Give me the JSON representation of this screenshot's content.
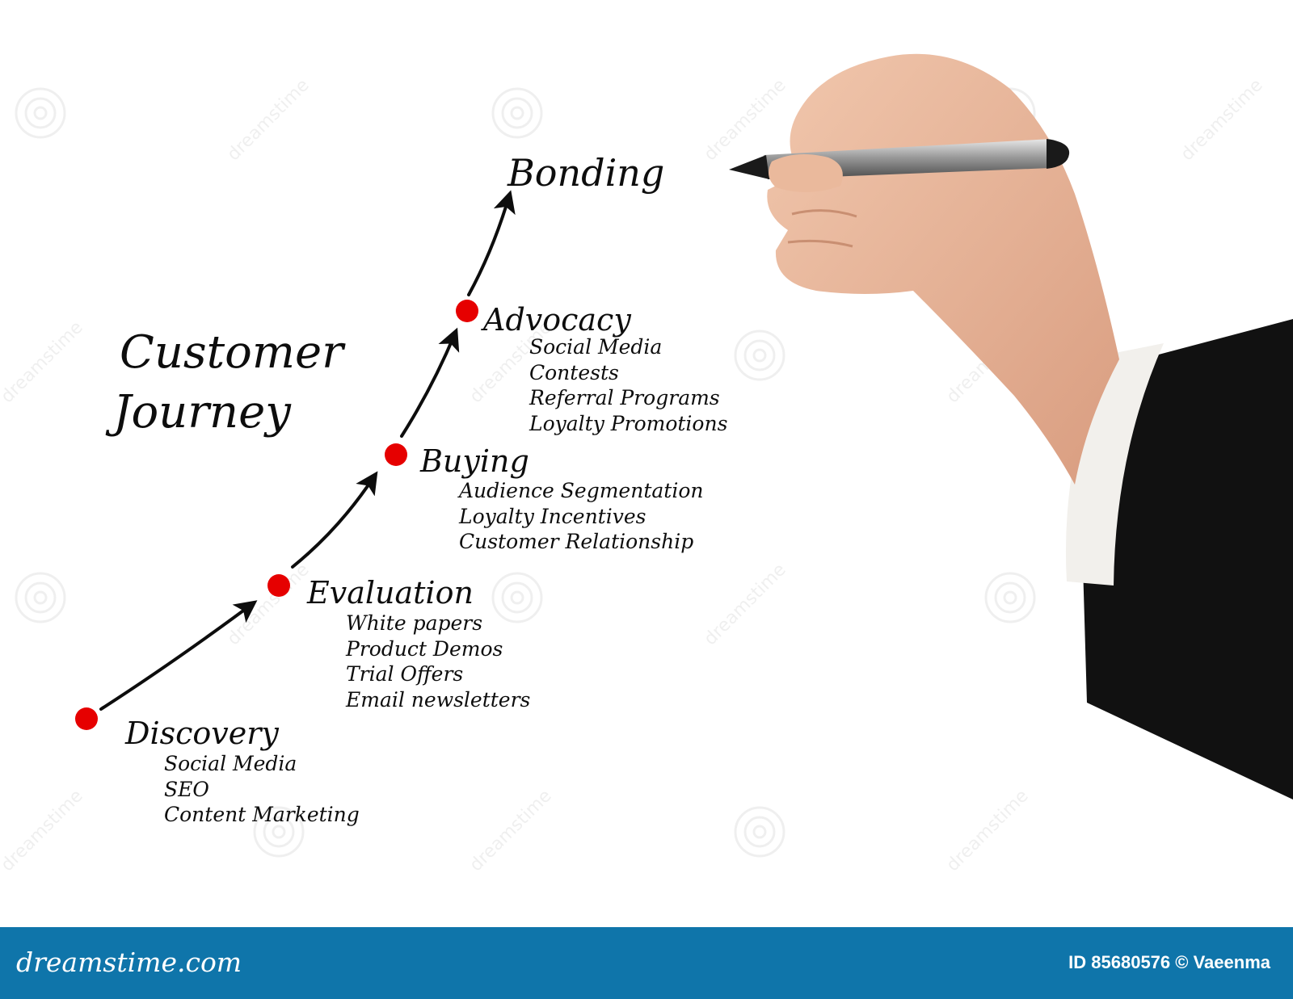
{
  "diagram": {
    "title": [
      "Customer",
      "Journey"
    ],
    "stages": [
      {
        "name": "Discovery",
        "items": [
          "Social Media",
          "SEO",
          "Content Marketing"
        ]
      },
      {
        "name": "Evaluation",
        "items": [
          "White papers",
          "Product Demos",
          "Trial Offers",
          "Email newsletters"
        ]
      },
      {
        "name": "Buying",
        "items": [
          "Audience Segmentation",
          "Loyalty Incentives",
          "Customer Relationship"
        ]
      },
      {
        "name": "Advocacy",
        "items": [
          "Social Media",
          "Contests",
          "Referral Programs",
          "Loyalty Promotions"
        ]
      }
    ],
    "final_stage": "Bonding"
  },
  "watermark": "dreamstime",
  "footer": {
    "site": "dreamstime.com",
    "image_id": "ID 85680576 © Vaeenma"
  },
  "colors": {
    "marker": "#e60000",
    "ink": "#0d0d0d",
    "footer_bg": "#0f75aa",
    "skin": "#e7b79a",
    "sleeve": "#111111",
    "cuff": "#f2f0ec"
  }
}
